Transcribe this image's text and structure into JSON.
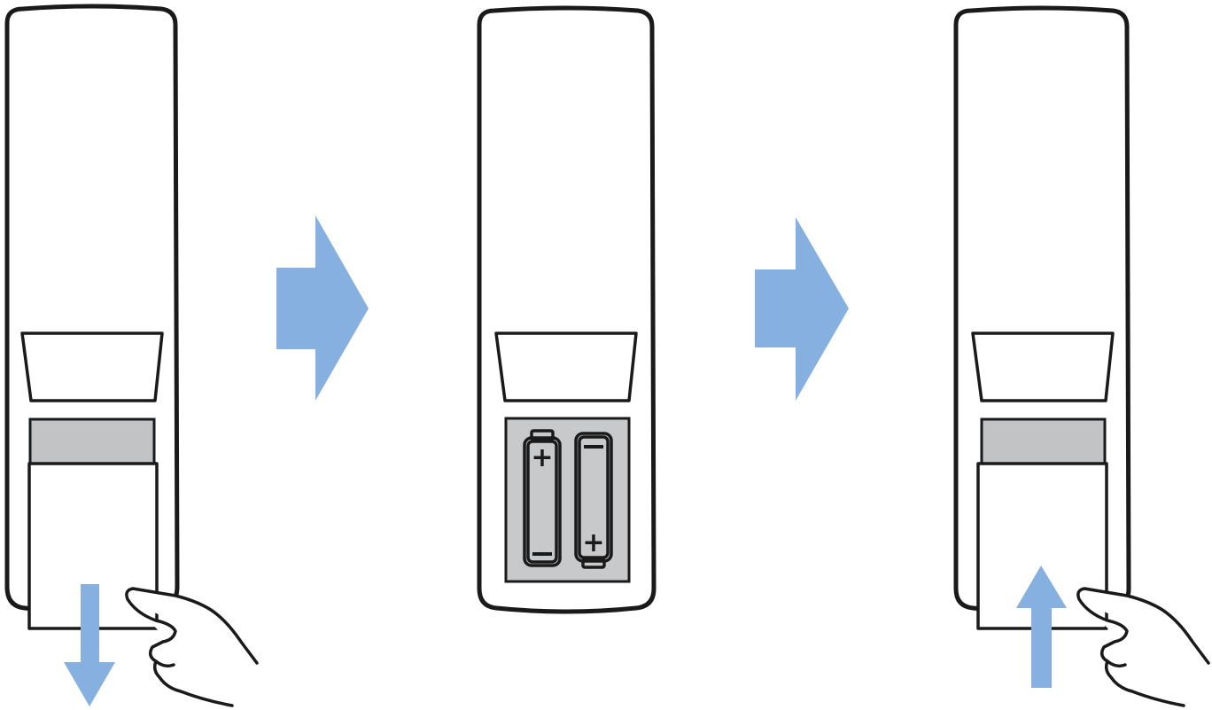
{
  "diagram": {
    "steps": [
      {
        "id": "step-1",
        "action": "slide-cover-open",
        "arrow_direction": "down"
      },
      {
        "id": "step-2",
        "action": "insert-batteries",
        "battery_count": 2
      },
      {
        "id": "step-3",
        "action": "slide-cover-closed",
        "arrow_direction": "up"
      }
    ],
    "battery_polarity": {
      "left_battery": {
        "top": "+",
        "bottom": "−"
      },
      "right_battery": {
        "top": "−",
        "bottom": "+"
      }
    },
    "colors": {
      "arrow_blue": "#86b0df",
      "battery_bay_gray": "#c8c9cb",
      "gray_band": "#c2c3c5",
      "outline": "#1a1a1a"
    }
  }
}
